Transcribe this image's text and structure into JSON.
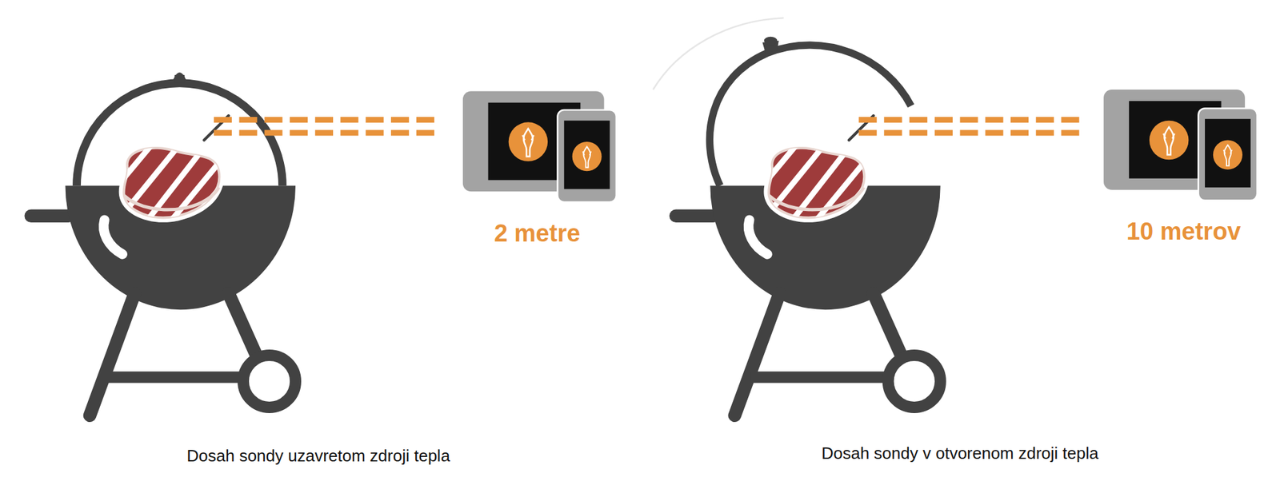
{
  "diagram": {
    "labels": [
      "2 metre",
      "10 metrov",
      "Dosah sondy uzavretom zdroji tepla",
      "Dosah sondy v otvorenom zdroji tepla"
    ]
  }
}
